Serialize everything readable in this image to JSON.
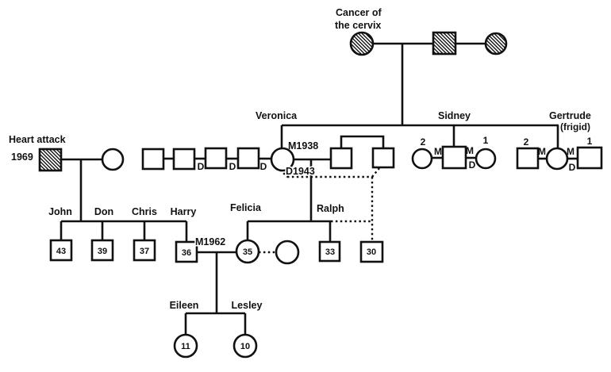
{
  "conditions": {
    "cancer_line1": "Cancer of",
    "cancer_line2": "the cervix",
    "heart_attack": "Heart attack",
    "heart_attack_year": "1969",
    "gertrude_note": "(frigid)"
  },
  "names": {
    "veronica": "Veronica",
    "sidney": "Sidney",
    "gertrude": "Gertrude",
    "john": "John",
    "don": "Don",
    "chris": "Chris",
    "harry": "Harry",
    "felicia": "Felicia",
    "ralph": "Ralph",
    "eileen": "Eileen",
    "lesley": "Lesley"
  },
  "events": {
    "marriage_1938": "M1938",
    "divorce_1943": "D1943",
    "marriage_1962": "M1962"
  },
  "marks": {
    "married": "M",
    "divorced": "D",
    "first": "1",
    "second": "2"
  },
  "ages": {
    "john": "43",
    "don": "39",
    "chris": "37",
    "harry": "36",
    "felicia": "35",
    "ralph": "33",
    "half_sibling": "30",
    "eileen": "11",
    "lesley": "10"
  }
}
